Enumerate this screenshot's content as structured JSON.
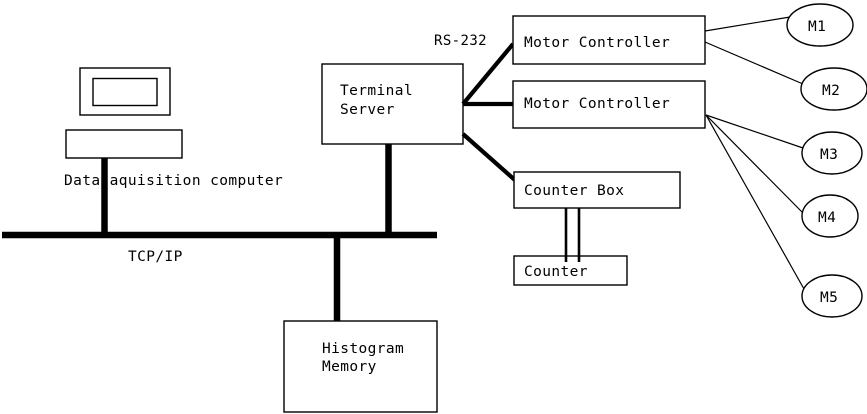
{
  "diagram": {
    "title": "Data Acquisition System Block Diagram",
    "background_color": "#ffffff",
    "line_color": "#000000",
    "nodes": {
      "computer": {
        "label": "Data aquisition computer",
        "shape": "monitor-and-base"
      },
      "terminal_server": {
        "line1": "Terminal",
        "line2": "Server"
      },
      "motor_controller_1": {
        "label": "Motor Controller"
      },
      "motor_controller_2": {
        "label": "Motor Controller"
      },
      "counter_box": {
        "label": "Counter Box"
      },
      "counter": {
        "label": "Counter"
      },
      "histogram_memory": {
        "line1": "Histogram",
        "line2": "Memory"
      },
      "motors": [
        {
          "label": "M1"
        },
        {
          "label": "M2"
        },
        {
          "label": "M3"
        },
        {
          "label": "M4"
        },
        {
          "label": "M5"
        }
      ]
    },
    "link_labels": {
      "bus": "TCP/IP",
      "serial": "RS-232"
    }
  }
}
